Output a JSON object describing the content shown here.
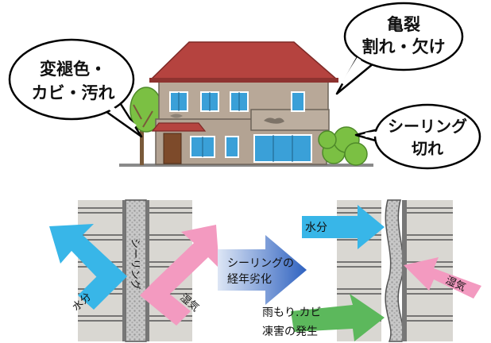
{
  "callouts": {
    "left": {
      "line1": "変褪色・",
      "line2": "カビ・汚れ"
    },
    "top_right": {
      "line1": "亀裂",
      "line2": "割れ・欠け"
    },
    "right": {
      "line1": "シーリング",
      "line2": "切れ"
    }
  },
  "diagram_new": {
    "sealant_label": "シーリング",
    "arrow_left_label": "水分",
    "arrow_right_label": "湿気"
  },
  "process": {
    "line1": "シーリングの",
    "line2": "経年劣化"
  },
  "diagram_aged": {
    "arrow_top_label": "水分",
    "arrow_right_label": "湿気",
    "result_line1": "雨もり.カビ",
    "result_line2": "凍害の発生"
  },
  "colors": {
    "moisture_arrow": "#38b6e8",
    "humidity_arrow": "#f39ac0",
    "damage_arrow": "#5cb85c",
    "process_arrow": "#3a6fc8",
    "roof": "#b5433f",
    "wall": "#b8a898"
  }
}
